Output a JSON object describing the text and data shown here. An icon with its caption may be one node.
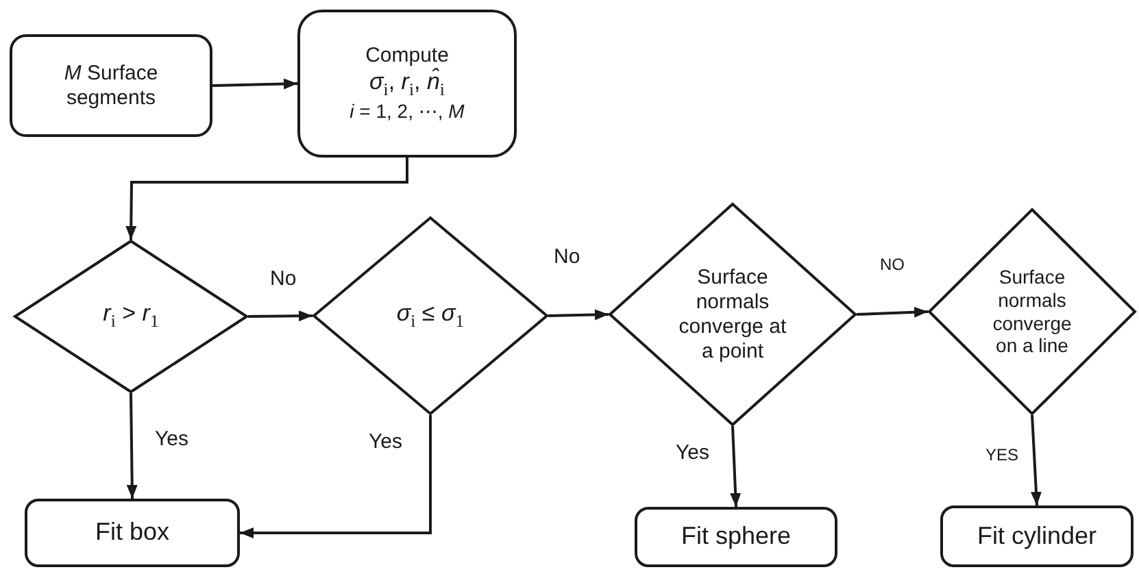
{
  "diagram": {
    "nodes": [
      {
        "text": [
          "*M* Surface segments"
        ]
      },
      {
        "text": [
          "Compute",
          "*σ*$_{i}$, *r*$_{i}$, *n̂*$_{i}$",
          "*i* = 1, 2, ⋯, *M*"
        ]
      },
      {
        "text": [
          "*r*$_{i}$ > *r*$_{1}$"
        ]
      },
      {
        "text": [
          "*σ*$_{i}$ ≤ *σ*$_{1}$"
        ]
      },
      {
        "text": [
          "Surface normals converge at a point"
        ]
      },
      {
        "text": [
          "Surface normals converge on a line"
        ]
      },
      {
        "text": [
          "Fit box"
        ]
      },
      {
        "text": [
          "Fit sphere"
        ]
      },
      {
        "text": [
          "Fit cylinder"
        ]
      }
    ],
    "edges": [
      {
        "from": 0,
        "to": 1,
        "arrow": "to"
      },
      {
        "from": 1,
        "to": 2,
        "arrow": "to"
      },
      {
        "from": 2,
        "to": 3,
        "arrow": "to",
        "label": "No"
      },
      {
        "from": 3,
        "to": 4,
        "arrow": "to",
        "label": "No"
      },
      {
        "from": 4,
        "to": 5,
        "arrow": "to",
        "label": "NO"
      },
      {
        "from": 2,
        "to": 6,
        "arrow": "to",
        "label": "Yes"
      },
      {
        "from": 3,
        "to": 6,
        "arrow": "to",
        "label": "Yes"
      },
      {
        "from": 4,
        "to": 7,
        "arrow": "to",
        "label": "Yes"
      },
      {
        "from": 5,
        "to": 8,
        "arrow": "to",
        "label": "YES"
      }
    ]
  }
}
